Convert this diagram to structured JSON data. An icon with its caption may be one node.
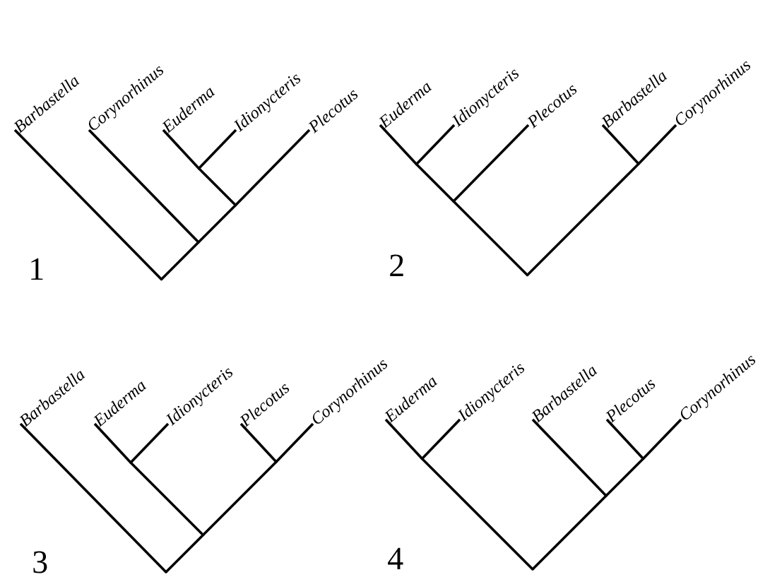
{
  "diagram": {
    "nodes": [
      {
        "text": [
          "Barbastella"
        ]
      },
      {
        "text": [
          "Corynorhinus"
        ]
      },
      {
        "text": [
          "Euderma"
        ]
      },
      {
        "text": [
          "Idionycteris"
        ]
      },
      {
        "text": [
          "Plecotus"
        ]
      },
      {
        "text": [],
        "shape": "point"
      },
      {
        "text": [],
        "shape": "point"
      },
      {
        "text": [],
        "shape": "point"
      },
      {
        "text": [],
        "shape": "point"
      },
      {
        "text": [
          "Euderma"
        ]
      },
      {
        "text": [
          "Idionycteris"
        ]
      },
      {
        "text": [
          "Plecotus"
        ]
      },
      {
        "text": [
          "Barbastella"
        ]
      },
      {
        "text": [
          "Corynorhinus"
        ]
      },
      {
        "text": [],
        "shape": "point"
      },
      {
        "text": [],
        "shape": "point"
      },
      {
        "text": [],
        "shape": "point"
      },
      {
        "text": [],
        "shape": "point"
      },
      {
        "text": [
          "Barbastella"
        ]
      },
      {
        "text": [
          "Euderma"
        ]
      },
      {
        "text": [
          "Idionycteris"
        ]
      },
      {
        "text": [
          "Plecotus"
        ]
      },
      {
        "text": [
          "Corynorhinus"
        ]
      },
      {
        "text": [],
        "shape": "point"
      },
      {
        "text": [],
        "shape": "point"
      },
      {
        "text": [],
        "shape": "point"
      },
      {
        "text": [],
        "shape": "point"
      },
      {
        "text": [
          "Euderma"
        ]
      },
      {
        "text": [
          "Idionycteris"
        ]
      },
      {
        "text": [
          "Barbastella"
        ]
      },
      {
        "text": [
          "Plecotus"
        ]
      },
      {
        "text": [
          "Corynorhinus"
        ]
      },
      {
        "text": [],
        "shape": "point"
      },
      {
        "text": [],
        "shape": "point"
      },
      {
        "text": [],
        "shape": "point"
      },
      {
        "text": [],
        "shape": "point"
      }
    ],
    "edges": [
      {
        "from": 5,
        "to": 2,
        "arrow": "none"
      },
      {
        "from": 5,
        "to": 3,
        "arrow": "none"
      },
      {
        "from": 6,
        "to": 5,
        "arrow": "none"
      },
      {
        "from": 6,
        "to": 4,
        "arrow": "none"
      },
      {
        "from": 7,
        "to": 1,
        "arrow": "none"
      },
      {
        "from": 7,
        "to": 6,
        "arrow": "none"
      },
      {
        "from": 8,
        "to": 0,
        "arrow": "none"
      },
      {
        "from": 8,
        "to": 7,
        "arrow": "none"
      },
      {
        "from": 14,
        "to": 9,
        "arrow": "none"
      },
      {
        "from": 14,
        "to": 10,
        "arrow": "none"
      },
      {
        "from": 15,
        "to": 14,
        "arrow": "none"
      },
      {
        "from": 15,
        "to": 11,
        "arrow": "none"
      },
      {
        "from": 16,
        "to": 12,
        "arrow": "none"
      },
      {
        "from": 16,
        "to": 13,
        "arrow": "none"
      },
      {
        "from": 17,
        "to": 15,
        "arrow": "none"
      },
      {
        "from": 17,
        "to": 16,
        "arrow": "none"
      },
      {
        "from": 23,
        "to": 19,
        "arrow": "none"
      },
      {
        "from": 23,
        "to": 20,
        "arrow": "none"
      },
      {
        "from": 24,
        "to": 21,
        "arrow": "none"
      },
      {
        "from": 24,
        "to": 22,
        "arrow": "none"
      },
      {
        "from": 25,
        "to": 23,
        "arrow": "none"
      },
      {
        "from": 25,
        "to": 24,
        "arrow": "none"
      },
      {
        "from": 26,
        "to": 18,
        "arrow": "none"
      },
      {
        "from": 26,
        "to": 25,
        "arrow": "none"
      },
      {
        "from": 32,
        "to": 27,
        "arrow": "none"
      },
      {
        "from": 32,
        "to": 28,
        "arrow": "none"
      },
      {
        "from": 33,
        "to": 30,
        "arrow": "none"
      },
      {
        "from": 33,
        "to": 31,
        "arrow": "none"
      },
      {
        "from": 34,
        "to": 29,
        "arrow": "none"
      },
      {
        "from": 34,
        "to": 33,
        "arrow": "none"
      },
      {
        "from": 35,
        "to": 32,
        "arrow": "none"
      },
      {
        "from": 35,
        "to": 34,
        "arrow": "none"
      }
    ],
    "labels": [
      "1",
      "2",
      "3",
      "4"
    ]
  }
}
